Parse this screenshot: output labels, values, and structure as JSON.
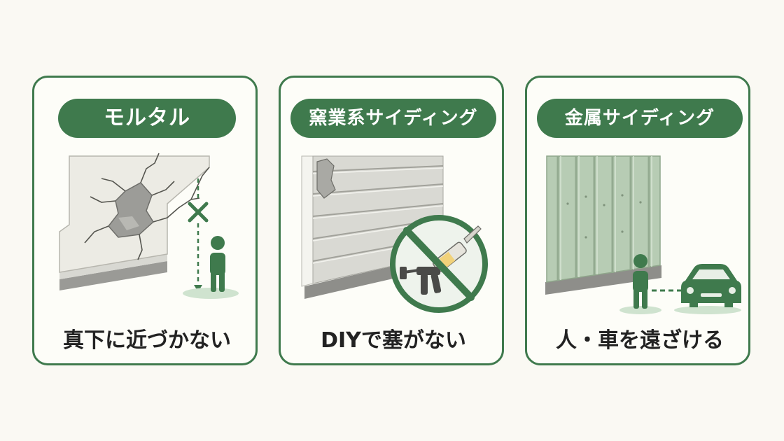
{
  "colors": {
    "accent": "#3f7a4d",
    "background": "#faf9f3",
    "text": "#222222"
  },
  "cards": [
    {
      "title": "モルタル",
      "caption": "真下に近づかない",
      "icons": [
        "cracked-wall-icon",
        "x-mark-icon",
        "person-icon"
      ]
    },
    {
      "title": "窯業系サイディング",
      "caption": "DIYで塞がない",
      "icons": [
        "siding-wall-icon",
        "no-caulk-gun-icon"
      ]
    },
    {
      "title": "金属サイディング",
      "caption": "人・車を遠ざける",
      "icons": [
        "metal-siding-icon",
        "person-icon",
        "car-icon"
      ]
    }
  ]
}
